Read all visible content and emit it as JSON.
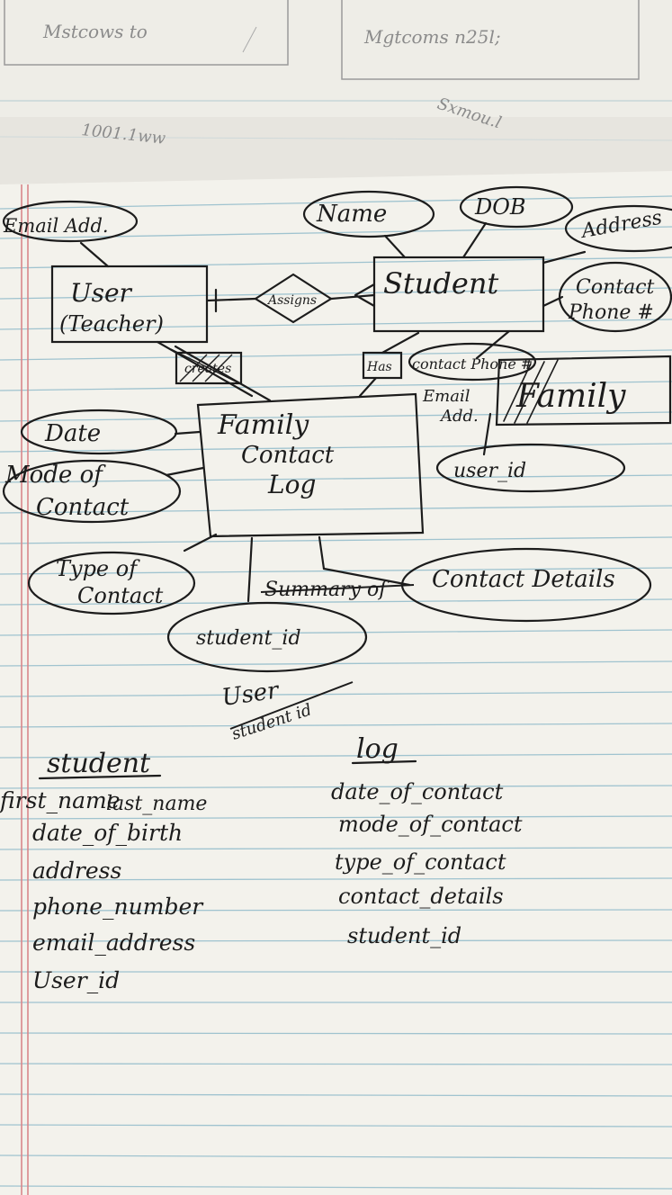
{
  "header_notes": {
    "left": "Mstcows to",
    "right": "Mgtcoms n25l;",
    "scribble1": "1001.1ww",
    "scribble2": "Sxmou.l"
  },
  "entities": {
    "user": "User",
    "user_sub": "(Teacher)",
    "student": "Student",
    "log_line1": "Family",
    "log_line2": "Contact",
    "log_line3": "Log",
    "family": "Family"
  },
  "relationships": {
    "assigns": "Assigns",
    "creates": "creates",
    "has": "Has"
  },
  "attributes": {
    "email_add": "Email Add.",
    "name": "Name",
    "dob": "DOB",
    "address": "Address",
    "contact_phone_1": "Contact",
    "contact_phone_2": "Phone #",
    "contact_phone_alt": "contact Phone #",
    "email_add_2a": "Email",
    "email_add_2b": "Add.",
    "user_id": "user_id",
    "date": "Date",
    "mode_1": "Mode of",
    "mode_2": "Contact",
    "type_1": "Type of",
    "type_2": "Contact",
    "summary": "Summary of",
    "contact_details": "Contact Details",
    "student_id": "student_id",
    "user_note_1": "User",
    "user_note_2": "student id"
  },
  "tables": {
    "student": {
      "heading": "student",
      "columns": [
        "first_name",
        "last_name",
        "date_of_birth",
        "address",
        "phone_number",
        "email_address",
        "User_id"
      ]
    },
    "log": {
      "heading": "log",
      "columns": [
        "date_of_contact",
        "mode_of_contact",
        "type_of_contact",
        "contact_details",
        "student_id"
      ]
    }
  },
  "colors": {
    "paper": "#f3f2ec",
    "rule": "#9fc3cf",
    "margin": "#d9868a",
    "ink": "#1c1c1c"
  }
}
